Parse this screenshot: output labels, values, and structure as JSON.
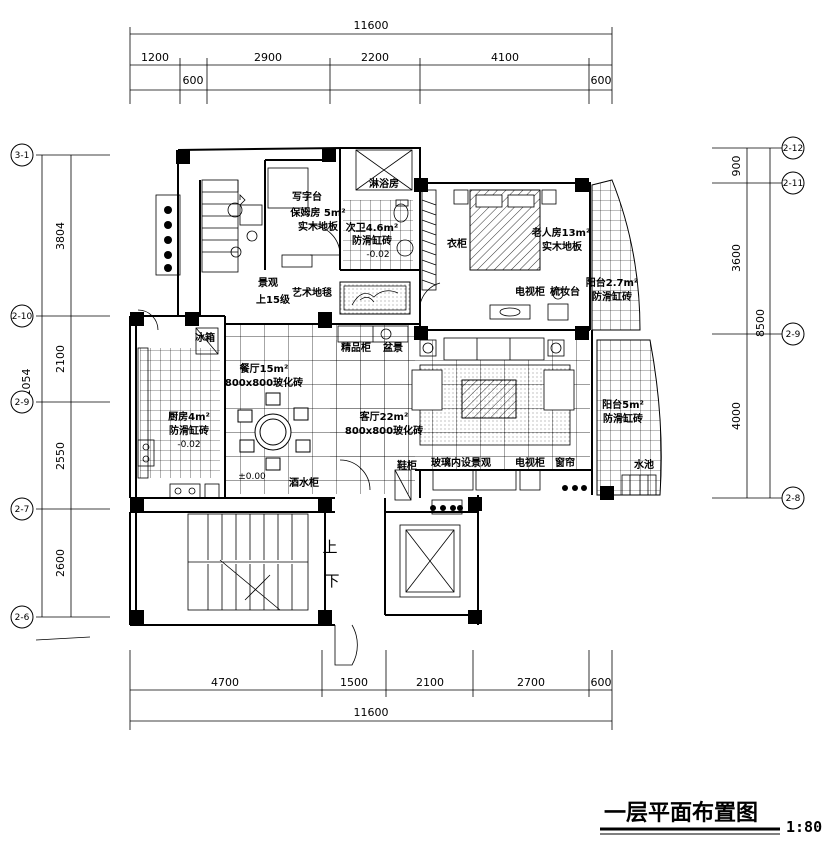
{
  "dims": {
    "top_total": "11600",
    "top": [
      "1200",
      "2900",
      "2200",
      "4100"
    ],
    "top_small": [
      "600",
      "600"
    ],
    "bottom": [
      "4700",
      "1500",
      "2100",
      "2700",
      "600"
    ],
    "bottom_total": "11600",
    "left_total": "11054",
    "left": [
      "3804",
      "2100",
      "2550",
      "2600"
    ],
    "right_total": "8500",
    "right": [
      "900",
      "3600",
      "4000"
    ]
  },
  "axes": {
    "left": [
      "3-1",
      "2-10",
      "2-9",
      "2-7",
      "2-6"
    ],
    "right": [
      "2-12",
      "2-11",
      "2-9",
      "2-8"
    ]
  },
  "rooms": {
    "nanny_room": "保姆房 5m²",
    "nanny_floor": "实木地板",
    "desk": "写字台",
    "shower": "淋浴房",
    "bath2": "次卫4.6m²",
    "bath2_tile": "防滑缸砖",
    "bath2_level": "-0.02",
    "wardrobe": "衣柜",
    "elder_room": "老人房13m²",
    "elder_floor": "实木地板",
    "landscape": "景观",
    "up15": "上15级",
    "art_carpet": "艺术地毯",
    "tv_cabinet_top": "电视柜",
    "dresser": "梳妆台",
    "balcony_top": "阳台2.7m²",
    "balcony_top_tile": "防滑缸砖",
    "fridge": "冰箱",
    "display_cabinet": "精品柜",
    "bonsai": "盆景",
    "dining": "餐厅15m²",
    "dining_tile": "800x800玻化砖",
    "kitchen": "厨房4m²",
    "kitchen_tile": "防滑缸砖",
    "kitchen_level": "-0.02",
    "living": "客厅22m²",
    "living_tile": "800x800玻化砖",
    "balcony_right": "阳台5m²",
    "balcony_right_tile": "防滑缸砖",
    "level_zero": "±0.00",
    "wine_cabinet": "酒水柜",
    "shoe_cabinet": "鞋柜",
    "glass_landscape": "玻璃内设景观",
    "tv_cabinet_bottom": "电视柜",
    "curtain": "窗帘",
    "sink": "水池",
    "stair_up": "上",
    "stair_down": "下"
  },
  "title": {
    "text": "一层平面布置图",
    "scale": "1:80"
  }
}
